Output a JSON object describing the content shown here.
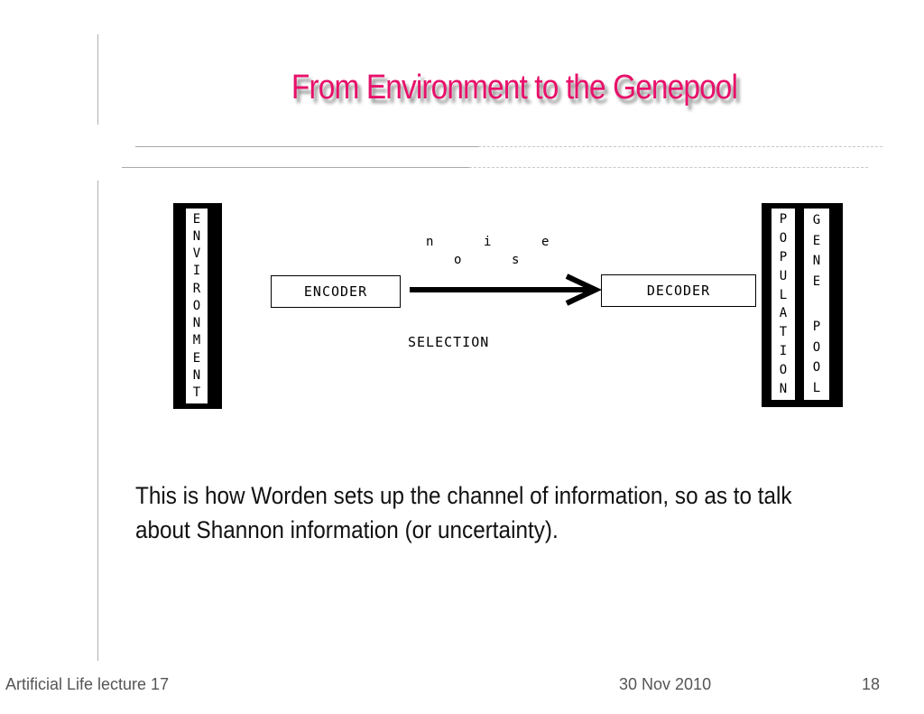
{
  "slide": {
    "title": "From Environment to the Genepool",
    "body": "This is how Worden sets up the channel of information, so as to talk about Shannon information (or uncertainty)."
  },
  "diagram": {
    "environment_letters": [
      "E",
      "N",
      "V",
      "I",
      "R",
      "O",
      "N",
      "M",
      "E",
      "N",
      "T"
    ],
    "population_letters": [
      "P",
      "O",
      "P",
      "U",
      "L",
      "A",
      "T",
      "I",
      "O",
      "N"
    ],
    "gene_letters": [
      "G",
      "E",
      "N",
      "E"
    ],
    "pool_letters": [
      "P",
      "O",
      "O",
      "L"
    ],
    "encoder_label": "ENCODER",
    "decoder_label": "DECODER",
    "selection_label": "SELECTION",
    "noise_letters": [
      "n",
      "o",
      "i",
      "s",
      "e"
    ]
  },
  "footer": {
    "lecture": "Artificial Life lecture 17",
    "date": "30 Nov 2010",
    "page": "18"
  }
}
